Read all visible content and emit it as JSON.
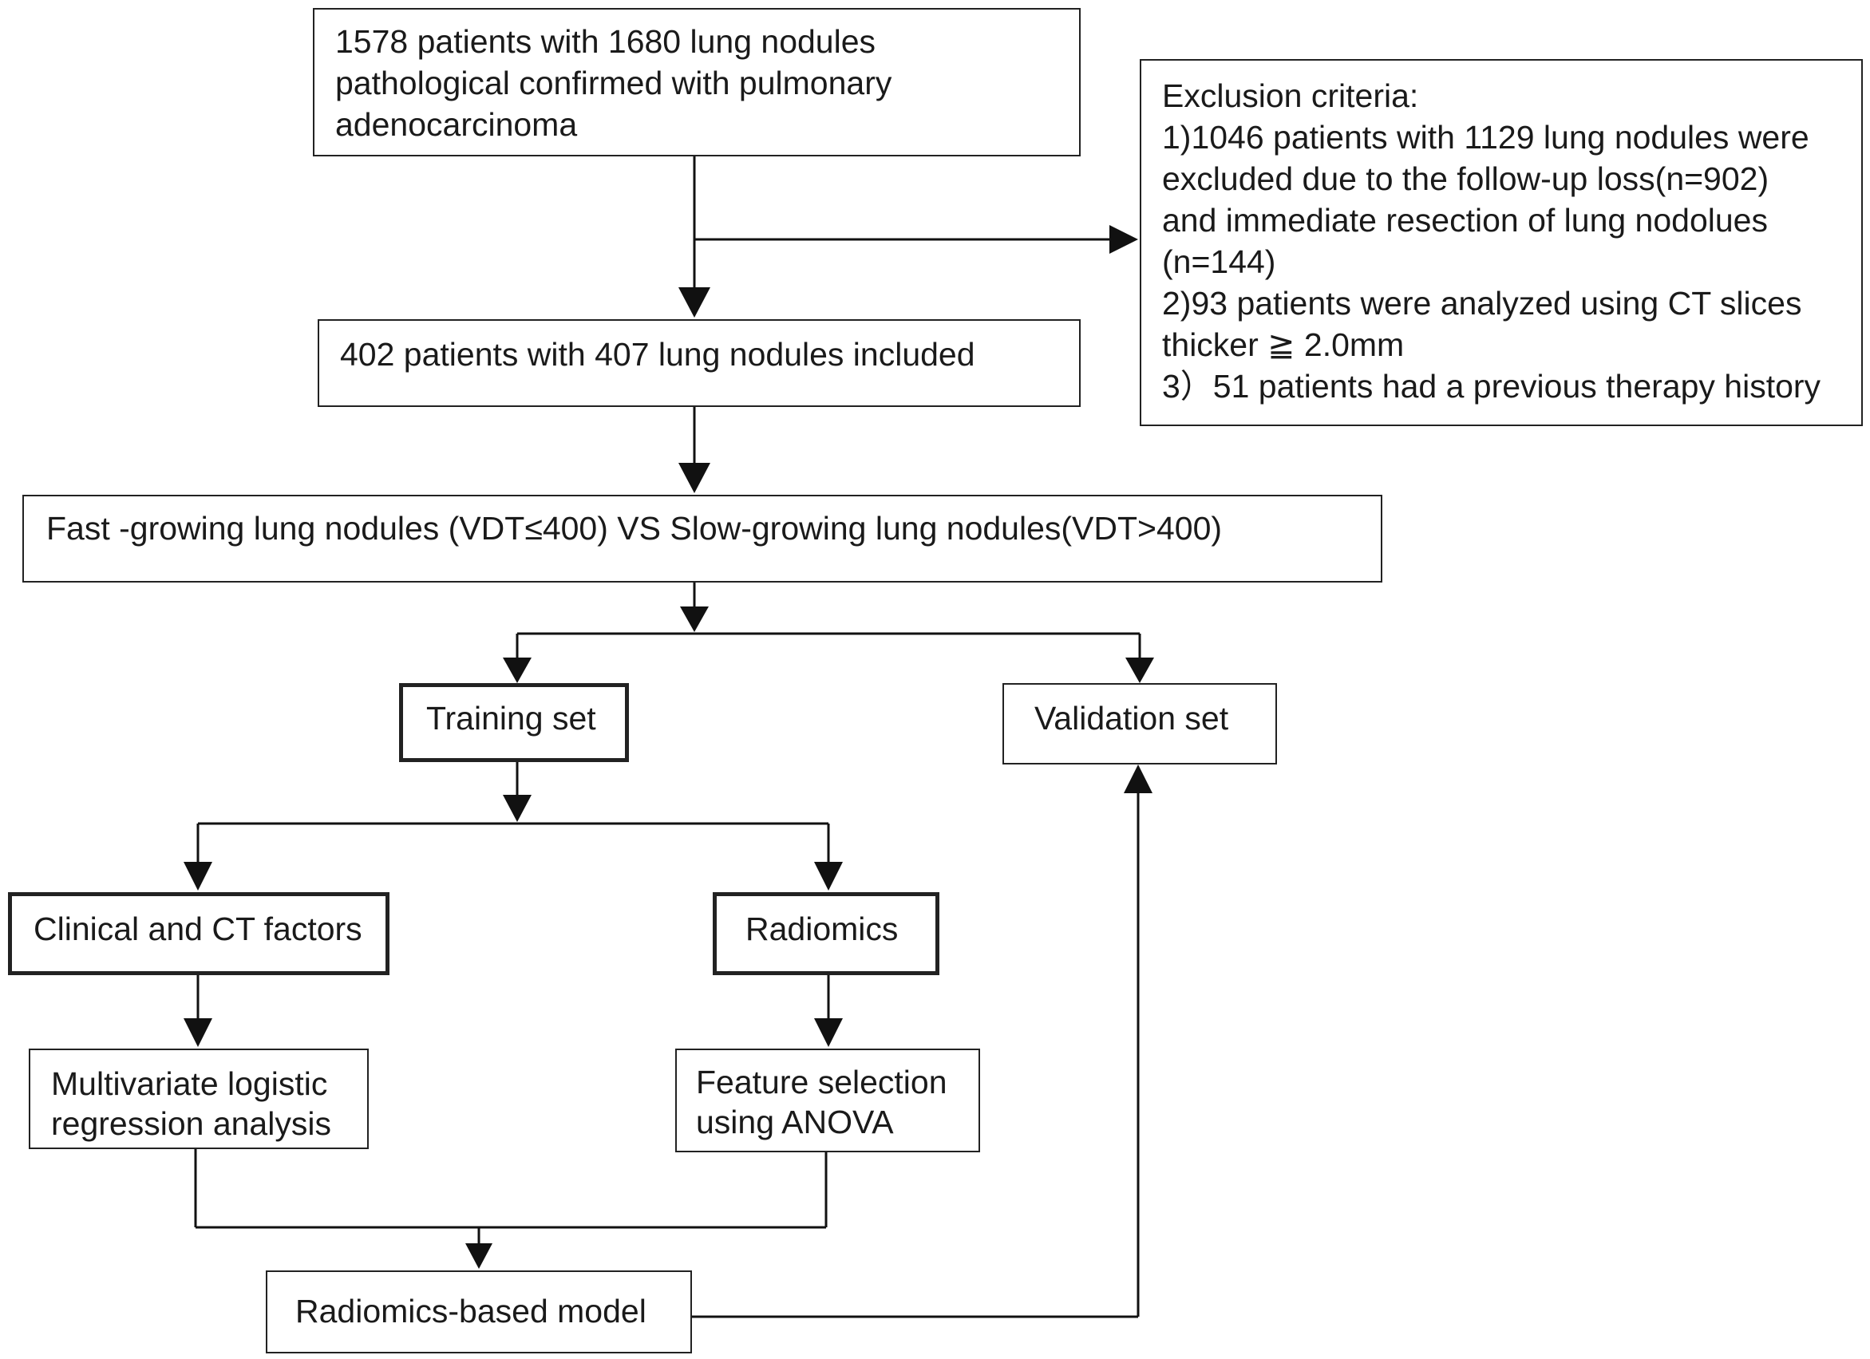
{
  "source_box": {
    "line1": "1578 patients with 1680 lung nodules",
    "line2": "pathological confirmed with pulmonary",
    "line3": "adenocarcinoma"
  },
  "exclusion_box": {
    "title": "Exclusion criteria:",
    "line1": "1)1046  patients with 1129 lung nodules were",
    "line2": "excluded due to the follow-up loss(n=902)",
    "line3": "and immediate resection of lung nodolues",
    "line4": "(n=144)",
    "line5": "2)93  patients were analyzed using CT slices",
    "line6": "thicker ≧ 2.0mm",
    "line7": "3）51 patients had a previous therapy history"
  },
  "included_box": {
    "text": "402 patients with 407 lung nodules included"
  },
  "groups_box": {
    "text": "Fast -growing lung nodules (VDT≤400) VS Slow-growing lung nodules(VDT>400)"
  },
  "training_box": {
    "text": "Training set"
  },
  "validation_box": {
    "text": "Validation set"
  },
  "clinical_box": {
    "text": "Clinical and CT factors"
  },
  "radiomics_box": {
    "text": "Radiomics"
  },
  "multivariate_box": {
    "line1": "Multivariate logistic",
    "line2": "regression analysis"
  },
  "feature_box": {
    "line1": "Feature selection",
    "line2": "using ANOVA"
  },
  "model_box": {
    "text": "Radiomics-based model"
  }
}
